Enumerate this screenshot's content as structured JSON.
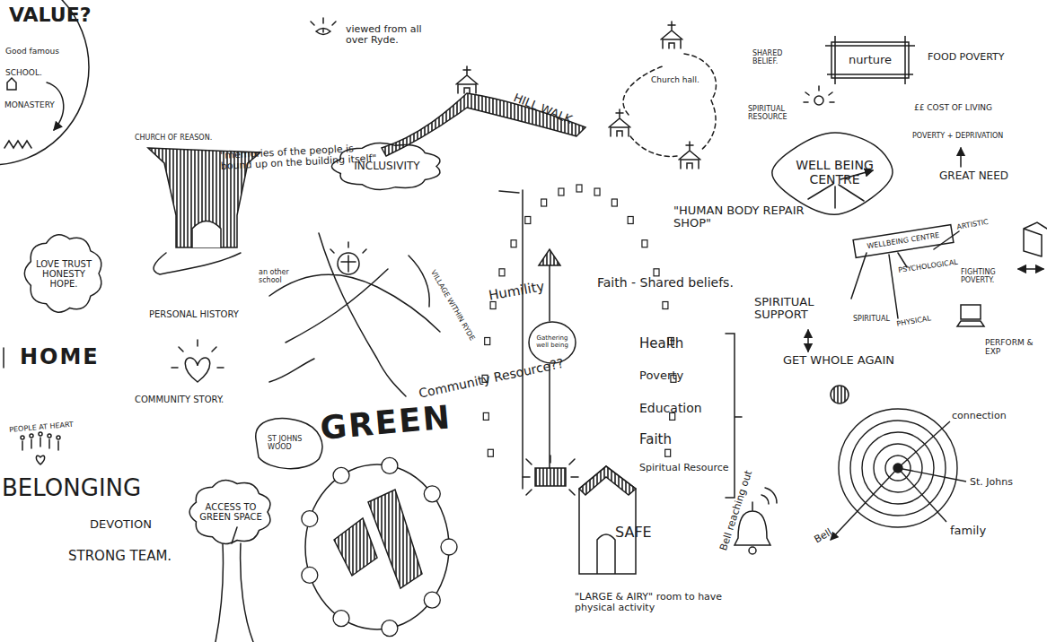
{
  "diagram": {
    "nodes": [
      {
        "text": [
          "VALUE?",
          "Good famous",
          "SCHOOL.",
          "MONASTERY"
        ]
      },
      {
        "text": [
          "INCLUSIVITY"
        ]
      },
      {
        "text": [
          "nurture"
        ]
      },
      {
        "text": [
          "WELL BEING CENTRE"
        ]
      },
      {
        "text": [
          "LOVE TRUST HONESTY HOPE."
        ]
      },
      {
        "text": [
          "WELLBEING CENTRE"
        ]
      },
      {
        "text": [
          "ACCESS TO GREEN SPACE"
        ]
      },
      {
        "text": [
          "Gathering well being"
        ]
      }
    ],
    "labels": [
      "CHURCH OF REASON.",
      "\"memories of the people is bound up on the building itself\"",
      "viewed from all over Ryde.",
      "HILL WALK",
      "Church hall.",
      "SHARED BELIEF.",
      "SPIRITUAL RESOURCE",
      "FOOD POVERTY",
      "££ COST OF LIVING",
      "POVERTY + DEPRIVATION",
      "GREAT NEED",
      "\"HUMAN BODY REPAIR SHOP\"",
      "SPIRITUAL",
      "PSYCHOLOGICAL",
      "ARTISTIC",
      "PHYSICAL",
      "FIGHTING POVERTY.",
      "PERFORM & EXP",
      "PERSONAL HISTORY",
      "HOME",
      "COMMUNITY STORY.",
      "PEOPLE AT HEART",
      "BELONGING",
      "DEVOTION",
      "STRONG TEAM.",
      "GREEN",
      "Community Resource??",
      "Humility",
      "Faith - Shared beliefs.",
      "SPIRITUAL SUPPORT",
      "Health",
      "Poverty",
      "Education",
      "Faith",
      "Spiritual Resource",
      "GET WHOLE AGAIN",
      "SAFE",
      "\"LARGE & AIRY\" room to have physical activity",
      "Bell reaching out",
      "connection",
      "St. Johns",
      "family",
      "Bell",
      "ST JOHNS WOOD",
      "VILLAGE WITHIN RYDE",
      "an other school"
    ]
  }
}
